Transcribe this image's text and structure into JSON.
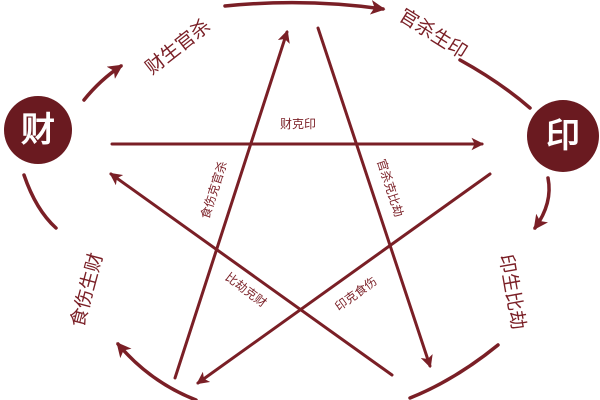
{
  "node_cai": {
    "label": "财"
  },
  "node_yin": {
    "label": "印"
  },
  "cycle_labels": {
    "cai_sheng_guansha": "财生官杀",
    "guansha_sheng_yin": "官杀生印",
    "yin_sheng_bijie": "印生比劫",
    "shishang_sheng_cai": "食伤生财"
  },
  "restraint_labels": {
    "cai_ke_yin": "财克印",
    "guansha_ke_bijie": "官杀克比劫",
    "shishang_ke_guansha": "食伤克官杀",
    "bijie_ke_cai": "比劫克财",
    "yin_ke_shishang": "印克食伤"
  },
  "colors": {
    "primary": "#7a1f26",
    "node_fill": "#6a1a20",
    "node_text": "#ffffff",
    "background": "#ffffff"
  }
}
